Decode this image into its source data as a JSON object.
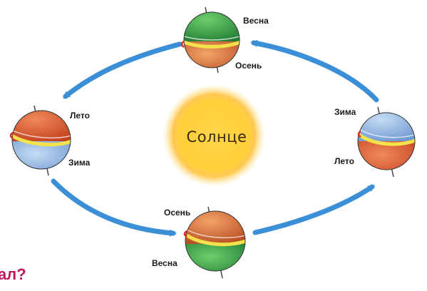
{
  "sun": {
    "label": "Солнце"
  },
  "earth_top": {
    "upper_label": "Весна",
    "lower_label": "Осень"
  },
  "earth_left": {
    "upper_label": "Лето",
    "lower_label": "Зима"
  },
  "earth_right": {
    "upper_label": "Зима",
    "lower_label": "Лето"
  },
  "earth_bottom": {
    "upper_label": "Осень",
    "lower_label": "Весна"
  },
  "corner_text": "ал?",
  "colors": {
    "orbit_arrow": "#3b8fd6",
    "sun_core": "#ffd54a",
    "earth_green": "#2e9a48",
    "earth_orange": "#d86a2e",
    "earth_blue": "#86aedf",
    "corner_text": "#c2185b"
  }
}
